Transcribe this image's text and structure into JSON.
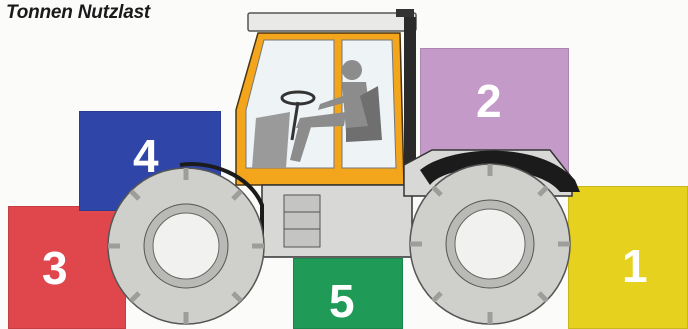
{
  "caption": "Tonnen Nutzlast",
  "blocks": [
    {
      "id": "1",
      "label": "1",
      "color": "#e6d21e"
    },
    {
      "id": "2",
      "label": "2",
      "color": "#c49ac8"
    },
    {
      "id": "3",
      "label": "3",
      "color": "#e0474c"
    },
    {
      "id": "4",
      "label": "4",
      "color": "#2f46a8"
    },
    {
      "id": "5",
      "label": "5",
      "color": "#1f9a57"
    }
  ],
  "tractor": {
    "icon": "tractor-with-driver-icon",
    "cab_color": "#f3a51c",
    "body_color": "#d8d8d6",
    "tire_color": "#cfcfcc",
    "rim_color": "#f1f1ef",
    "fender_color": "#1b1b1b"
  }
}
